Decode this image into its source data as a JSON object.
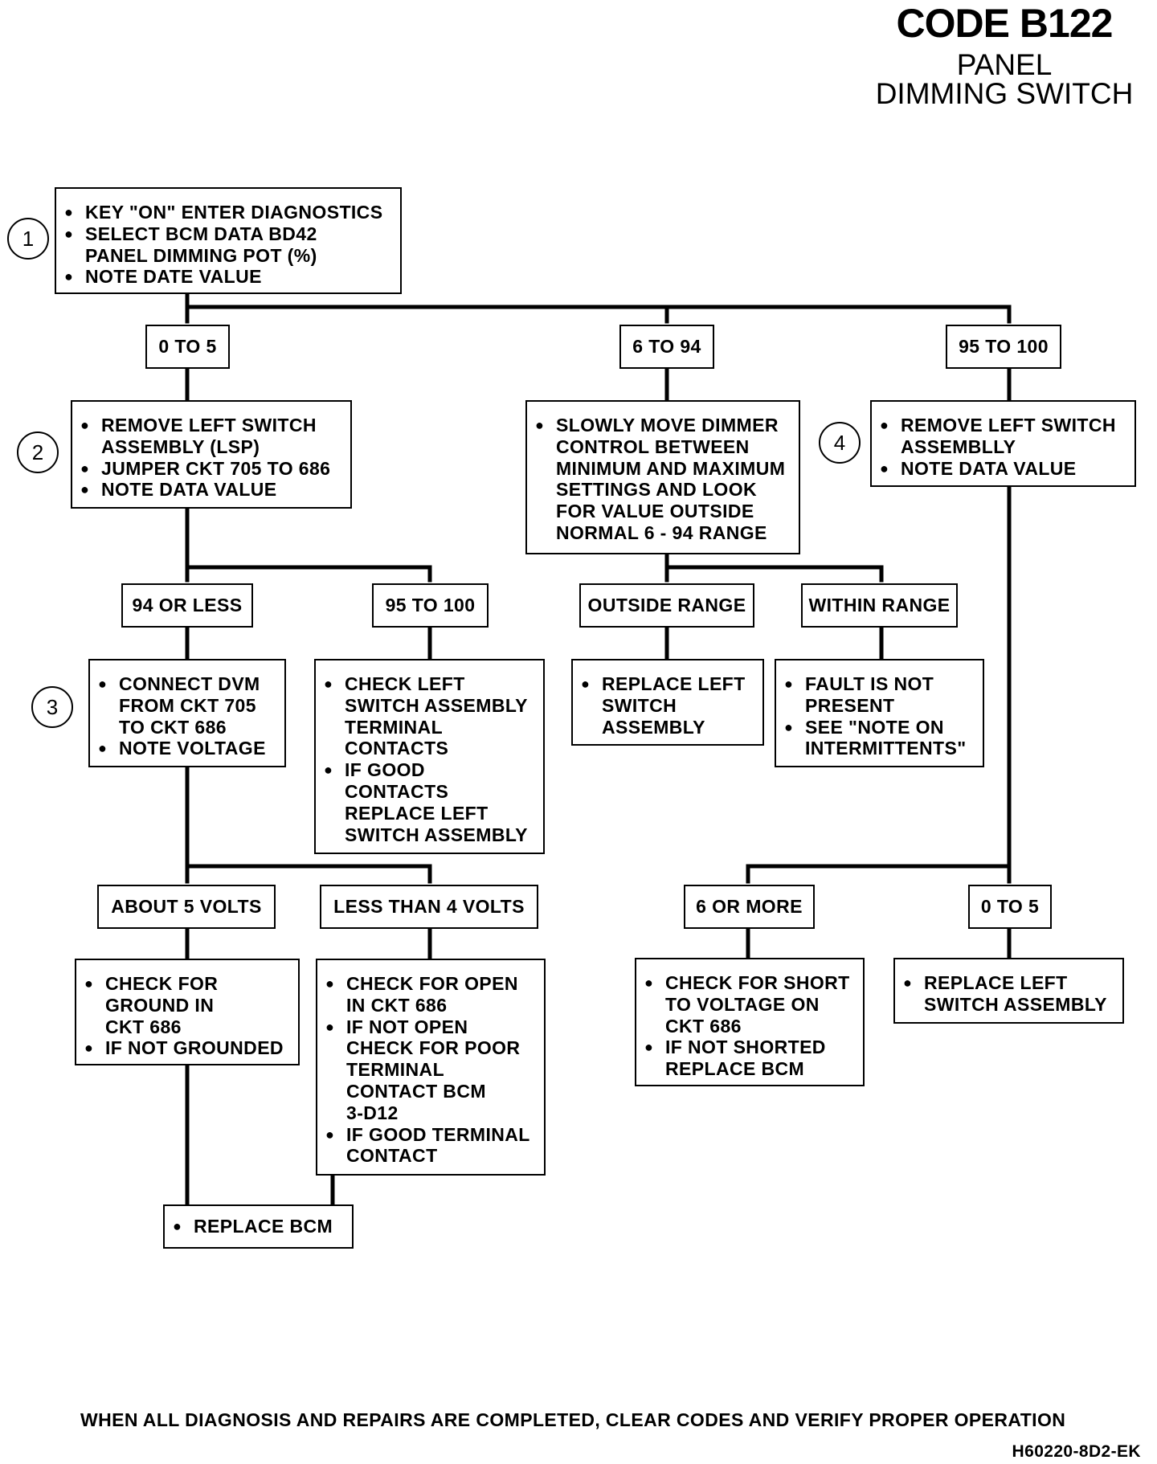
{
  "header": {
    "code": "CODE B122",
    "subtitle_1": "PANEL",
    "subtitle_2": "DIMMING SWITCH"
  },
  "step_markers": [
    "1",
    "2",
    "3",
    "4"
  ],
  "steps": {
    "start": [
      "KEY \"ON\" ENTER DIAGNOSTICS",
      "SELECT BCM DATA BD42\nPANEL DIMMING POT (%)",
      "NOTE DATE VALUE"
    ],
    "step2": [
      "REMOVE LEFT SWITCH\nASSEMBLY (LSP)",
      "JUMPER CKT 705 TO 686",
      "NOTE DATA VALUE"
    ],
    "dimmer": [
      "SLOWLY MOVE DIMMER\nCONTROL BETWEEN\nMINIMUM AND MAXIMUM\nSETTINGS AND LOOK\nFOR VALUE OUTSIDE\nNORMAL 6 - 94 RANGE"
    ],
    "step4": [
      "REMOVE LEFT SWITCH\nASSEMBLLY",
      "NOTE DATA VALUE"
    ],
    "step3": [
      "CONNECT DVM\nFROM CKT 705\nTO CKT 686",
      "NOTE VOLTAGE"
    ],
    "check_contacts": [
      "CHECK LEFT\nSWITCH ASSEMBLY\nTERMINAL\nCONTACTS",
      "IF GOOD\nCONTACTS\nREPLACE LEFT\nSWITCH ASSEMBLY"
    ],
    "replace_lsa_1": [
      "REPLACE LEFT\nSWITCH\nASSEMBLY"
    ],
    "fault_not_present": [
      "FAULT IS NOT\nPRESENT",
      "SEE \"NOTE ON\nINTERMITTENTS\""
    ],
    "check_ground": [
      "CHECK FOR\nGROUND IN\nCKT 686",
      "IF NOT GROUNDED"
    ],
    "check_open": [
      "CHECK FOR OPEN\nIN CKT 686",
      "IF NOT OPEN\nCHECK FOR POOR\nTERMINAL\nCONTACT BCM\n3-D12",
      "IF GOOD TERMINAL\nCONTACT"
    ],
    "check_short": [
      "CHECK FOR SHORT\nTO VOLTAGE ON\nCKT 686",
      "IF NOT SHORTED\nREPLACE BCM"
    ],
    "replace_lsa_2": [
      "REPLACE LEFT\nSWITCH ASSEMBLY"
    ],
    "replace_bcm": [
      "REPLACE BCM"
    ]
  },
  "branch_labels": {
    "r0_5": "0 TO 5",
    "r6_94": "6 TO 94",
    "r95_100": "95 TO 100",
    "le94": "94 OR LESS",
    "r95_100b": "95 TO 100",
    "outside": "OUTSIDE RANGE",
    "within": "WITHIN RANGE",
    "about5": "ABOUT 5 VOLTS",
    "lt4": "LESS THAN 4 VOLTS",
    "ge6": "6 OR MORE",
    "r0_5b": "0 TO 5"
  },
  "footer": {
    "note": "WHEN ALL DIAGNOSIS AND REPAIRS ARE COMPLETED, CLEAR CODES AND VERIFY PROPER OPERATION",
    "ref": "H60220-8D2-EK"
  }
}
